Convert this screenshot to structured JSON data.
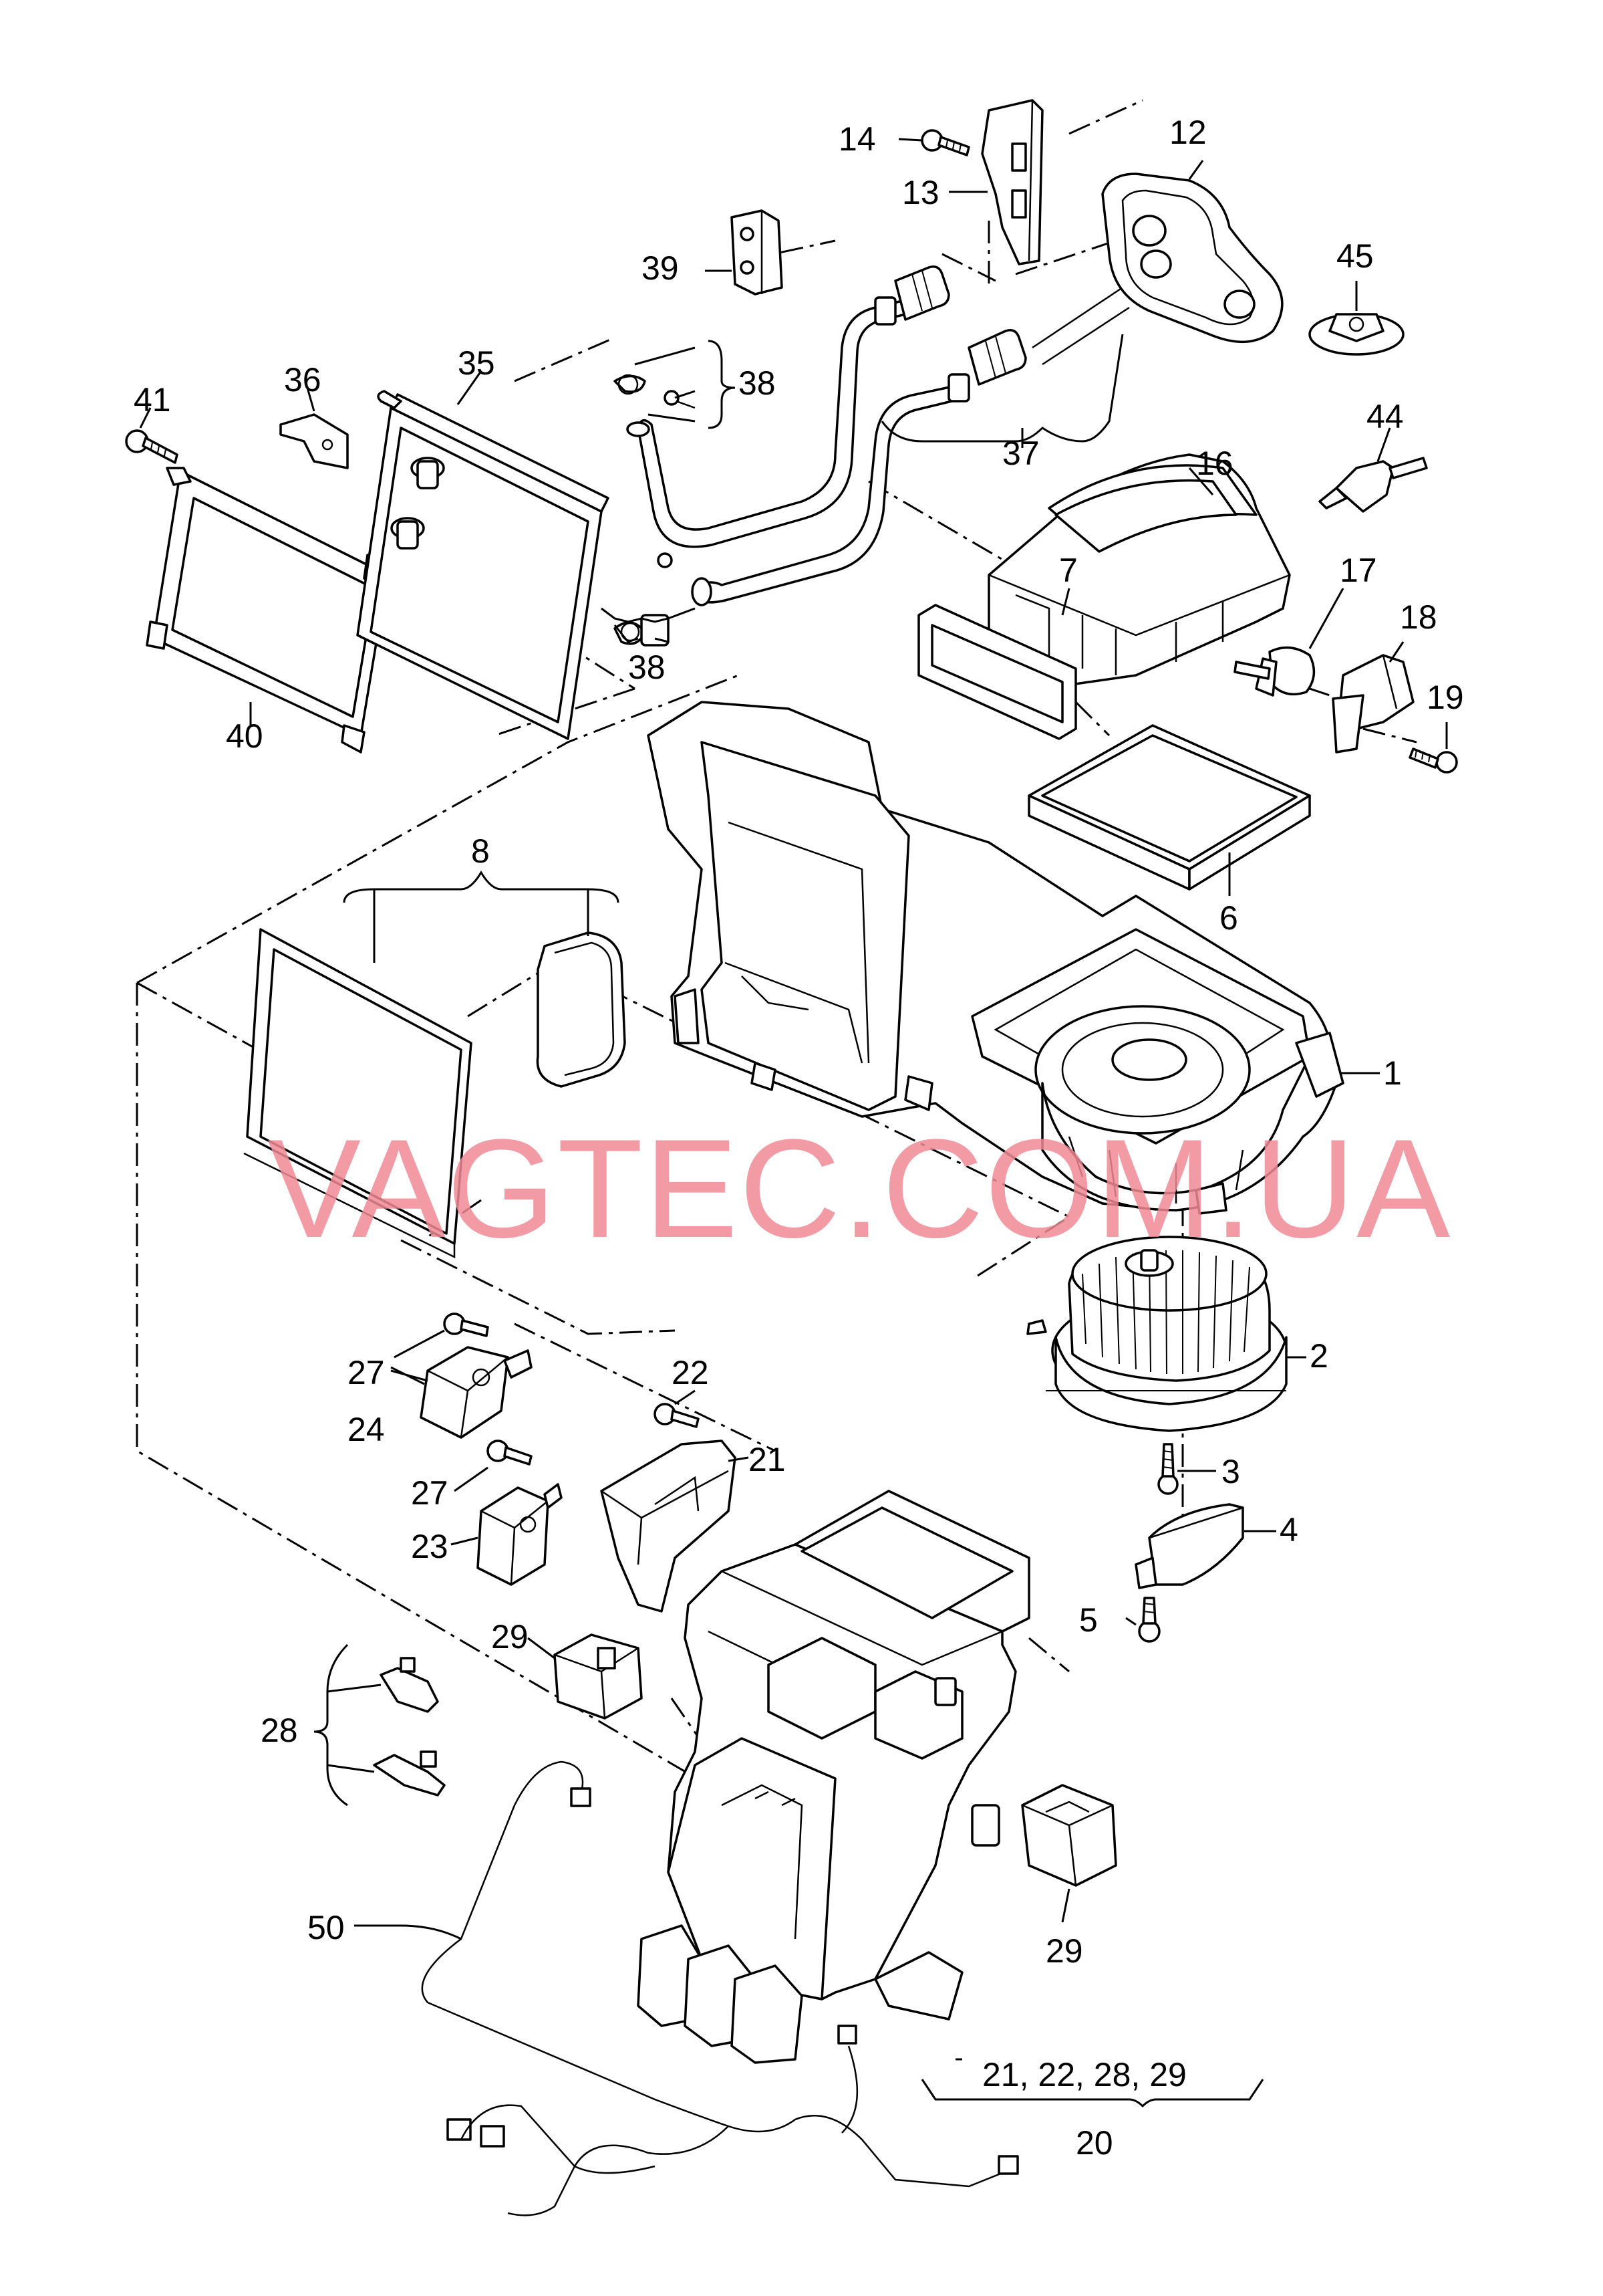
{
  "watermark": "VAGTEC.COM.UA",
  "colors": {
    "line": "#000000",
    "background": "#ffffff",
    "watermark": "#f08a95"
  },
  "callouts": {
    "p1": "1",
    "p2": "2",
    "p3": "3",
    "p4": "4",
    "p5": "5",
    "p6": "6",
    "p7": "7",
    "p8": "8",
    "p12": "12",
    "p13": "13",
    "p14": "14",
    "p16": "16",
    "p17": "17",
    "p18": "18",
    "p19": "19",
    "p20": "20",
    "p21a": "21",
    "p21group": "21, 22, 28, 29",
    "p22": "22",
    "p23": "23",
    "p24": "24",
    "p27a": "27",
    "p27b": "27",
    "p28": "28",
    "p29a": "29",
    "p29b": "29",
    "p35": "35",
    "p36": "36",
    "p37": "37",
    "p38a": "38",
    "p38b": "38",
    "p39": "39",
    "p40": "40",
    "p41": "41",
    "p44": "44",
    "p45": "45",
    "p50": "50"
  }
}
